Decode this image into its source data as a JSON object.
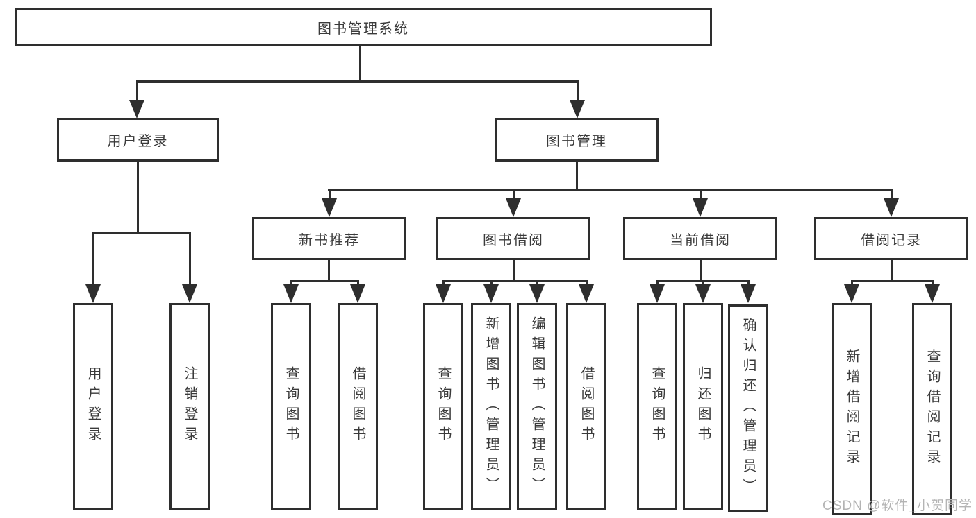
{
  "diagram_type": "function-structure-tree",
  "tree": {
    "label": "图书管理系统",
    "children": [
      {
        "label": "用户登录",
        "children": [
          {
            "label": "用户登录"
          },
          {
            "label": "注销登录"
          }
        ]
      },
      {
        "label": "图书管理",
        "children": [
          {
            "label": "新书推荐",
            "children": [
              {
                "label": "查询图书"
              },
              {
                "label": "借阅图书"
              }
            ]
          },
          {
            "label": "图书借阅",
            "children": [
              {
                "label": "查询图书"
              },
              {
                "label": "新增图书（管理员）"
              },
              {
                "label": "编辑图书（管理员）"
              },
              {
                "label": "借阅图书"
              }
            ]
          },
          {
            "label": "当前借阅",
            "children": [
              {
                "label": "查询图书"
              },
              {
                "label": "归还图书"
              },
              {
                "label": "确认归还（管理员）"
              }
            ]
          },
          {
            "label": "借阅记录",
            "children": [
              {
                "label": "新增借阅记录"
              },
              {
                "label": "查询借阅记录"
              }
            ]
          }
        ]
      }
    ]
  },
  "watermark": "CSDN @软件_小贺同学",
  "colors": {
    "line": "#2e2e2e",
    "text": "#3a3a3a",
    "watermark": "#b4b4b4",
    "background": "#ffffff"
  }
}
